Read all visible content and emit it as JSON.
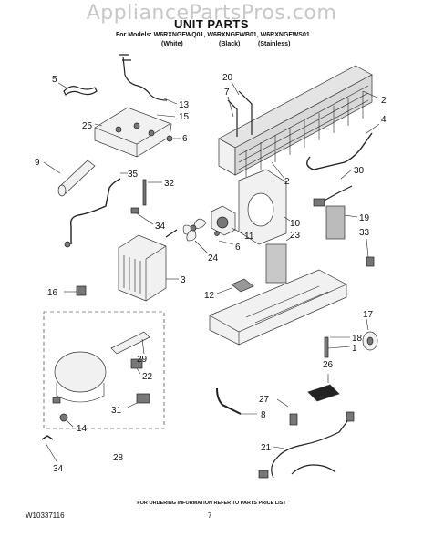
{
  "watermark": "AppliancePartsPros.com",
  "header": {
    "title": "UNIT PARTS",
    "models_line": "For Models: W6RXNGFWQ01, W6RXNGFWB01, W6RXNGFWS01",
    "color_white": "(White)",
    "color_black": "(Black)",
    "color_stainless": "(Stainless)"
  },
  "labels": [
    "5",
    "13",
    "25",
    "15",
    "6",
    "20",
    "7",
    "2",
    "4",
    "9",
    "35",
    "32",
    "34",
    "30",
    "2",
    "10",
    "19",
    "33",
    "23",
    "6",
    "11",
    "24",
    "3",
    "16",
    "12",
    "17",
    "18",
    "1",
    "29",
    "22",
    "26",
    "27",
    "8",
    "31",
    "14",
    "21",
    "28",
    "34"
  ],
  "footer": {
    "ordering_note": "FOR ORDERING INFORMATION REFER TO PARTS PRICE LIST",
    "doc_number": "W10337116",
    "page_number": "7"
  }
}
